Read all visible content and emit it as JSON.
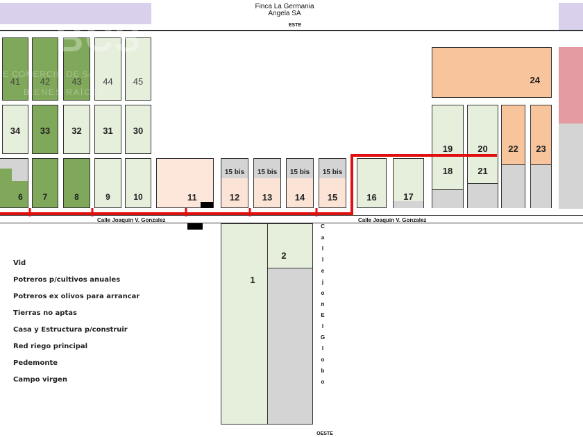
{
  "title": {
    "line1": "Finca La Germania",
    "line2": "Angela SA"
  },
  "compass": {
    "top": "ESTE",
    "bottom": "OESTE"
  },
  "street": {
    "left": "Calle Joaquin V. Gonzalez",
    "right": "Calle Joaquin V. Gonzalez"
  },
  "callejon_chars": [
    "C",
    "a",
    "l",
    "l",
    "e",
    "j",
    "o",
    "n",
    "E",
    "l",
    "G",
    "l",
    "o",
    "b",
    "o"
  ],
  "watermark": {
    "brand": "BCS",
    "line1": "E COMERCIO DE SA",
    "line2": "BIENES RAÍCES"
  },
  "legend": [
    "Vid",
    "Potreros p/cultivos anuales",
    "Potreros ex olivos para arrancar",
    "Tierras no aptas",
    "Casa y Estructura p/construir",
    "Red riego principal",
    "Pedemonte",
    "Campo virgen"
  ],
  "lots": {
    "l41": "41",
    "l42": "42",
    "l43": "43",
    "l44": "44",
    "l45": "45",
    "l34": "34",
    "l33": "33",
    "l32": "32",
    "l31": "31",
    "l30": "30",
    "l6": "6",
    "l7": "7",
    "l8": "8",
    "l9": "9",
    "l10": "10",
    "l11": "11",
    "l12": "12",
    "l13": "13",
    "l14": "14",
    "l15": "15",
    "l12b": "15 bis",
    "l13b": "15 bis",
    "l14b": "15 bis",
    "l15b": "15 bis",
    "l16": "16",
    "l17": "17",
    "l18": "18",
    "l19": "19",
    "l20": "20",
    "l21": "21",
    "l22": "22",
    "l23": "23",
    "l24": "24",
    "l1": "1",
    "l2": "2"
  },
  "colors": {
    "vid": "#7fa85a",
    "potreros": "#e6efdc",
    "orange": "#f8c49c",
    "salmon": "#fde6da",
    "bis": "#fbe3d6",
    "grey": "#d4d4d4",
    "lavender": "#d9d0ec",
    "pink": "#e39aa0",
    "red_line": "#e01010"
  }
}
